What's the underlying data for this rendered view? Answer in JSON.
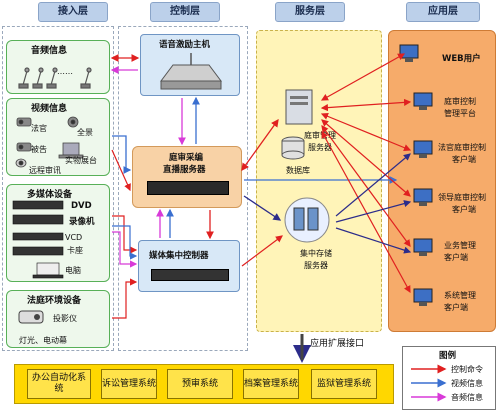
{
  "lanes": {
    "access": "接入层",
    "control": "控制层",
    "service": "服务层",
    "application": "应用层"
  },
  "access_layer": {
    "audio": {
      "title": "音频信息",
      "dots": "……"
    },
    "video": {
      "title": "视频信息",
      "items": [
        "法官",
        "全景",
        "被告",
        "实物展台",
        "远程审讯"
      ]
    },
    "multimedia": {
      "title": "多媒体设备",
      "items": [
        "DVD",
        "录像机",
        "VCD",
        "卡座",
        "电脑"
      ]
    },
    "environment": {
      "title": "法庭环境设备",
      "items": [
        "投影仪",
        "灯光、电动幕"
      ]
    }
  },
  "control_layer": {
    "voice_host": "语音激励主机",
    "capture_server_line1": "庭审采编",
    "capture_server_line2": "直播服务器",
    "media_controller": "媒体集中控制器"
  },
  "service_layer": {
    "trial_server_line1": "庭审管理",
    "trial_server_line2": "服务器",
    "database": "数据库",
    "storage_line1": "集中存储",
    "storage_line2": "服务器",
    "app_interface": "应用扩展接口"
  },
  "application_layer": {
    "clients": [
      {
        "line1": "WEB用户",
        "line2": ""
      },
      {
        "line1": "庭审控制",
        "line2": "管理平台"
      },
      {
        "line1": "法官庭审控制",
        "line2": "客户端"
      },
      {
        "line1": "领导庭审控制",
        "line2": "客户端"
      },
      {
        "line1": "业务管理",
        "line2": "客户端"
      },
      {
        "line1": "系统管理",
        "line2": "客户端"
      }
    ]
  },
  "systems": [
    "办公自动化系统",
    "诉讼管理系统",
    "预审系统",
    "档案管理系统",
    "监狱管理系统"
  ],
  "legend": {
    "title": "图例",
    "items": [
      {
        "label": "控制命令",
        "color": "#e02020"
      },
      {
        "label": "视频信息",
        "color": "#3a6fd0"
      },
      {
        "label": "音频信息",
        "color": "#d83ad8"
      }
    ]
  },
  "colors": {
    "control_arrow": "#e02020",
    "video_arrow": "#3a6fd0",
    "audio_arrow": "#d83ad8",
    "data_arrow": "#2c2c8a"
  }
}
